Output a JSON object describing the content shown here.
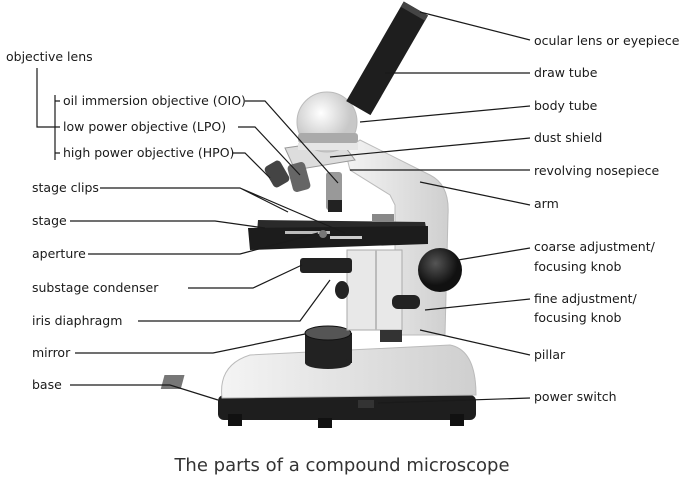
{
  "caption": "The parts of a compound microscope",
  "left_labels": {
    "objective_lens": "objective lens",
    "oio": "oil immersion objective (OIO)",
    "lpo": "low power objective (LPO)",
    "hpo": "high power objective (HPO)",
    "stage_clips": "stage clips",
    "stage": "stage",
    "aperture": "aperture",
    "substage_condenser": "substage condenser",
    "iris_diaphragm": "iris diaphragm",
    "mirror": "mirror",
    "base": "base"
  },
  "right_labels": {
    "ocular": "ocular lens or eyepiece",
    "draw_tube": "draw tube",
    "body_tube": "body tube",
    "dust_shield": "dust shield",
    "nosepiece": "revolving nosepiece",
    "arm": "arm",
    "coarse_1": "coarse adjustment/",
    "coarse_2": "focusing knob",
    "fine_1": "fine adjustment/",
    "fine_2": "focusing knob",
    "pillar": "pillar",
    "power_switch": "power switch"
  }
}
